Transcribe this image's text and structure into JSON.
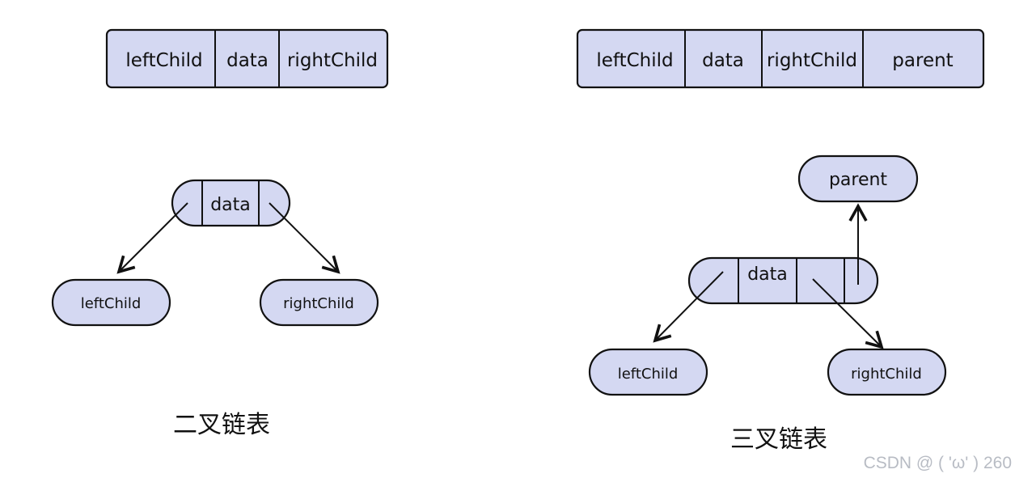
{
  "binary": {
    "record_fields": [
      "leftChild",
      "data",
      "rightChild"
    ],
    "node_data_label": "data",
    "left_child_label": "leftChild",
    "right_child_label": "rightChild",
    "caption": "二叉链表"
  },
  "ternary": {
    "record_fields": [
      "leftChild",
      "data",
      "rightChild",
      "parent"
    ],
    "node_data_label": "data",
    "parent_label": "parent",
    "left_child_label": "leftChild",
    "right_child_label": "rightChild",
    "caption": "三叉链表"
  },
  "watermark": "CSDN @ ( 'ω' ) 260",
  "colors": {
    "node_fill": "#d4d8f2",
    "stroke": "#111111",
    "watermark": "#b8bcc4"
  }
}
